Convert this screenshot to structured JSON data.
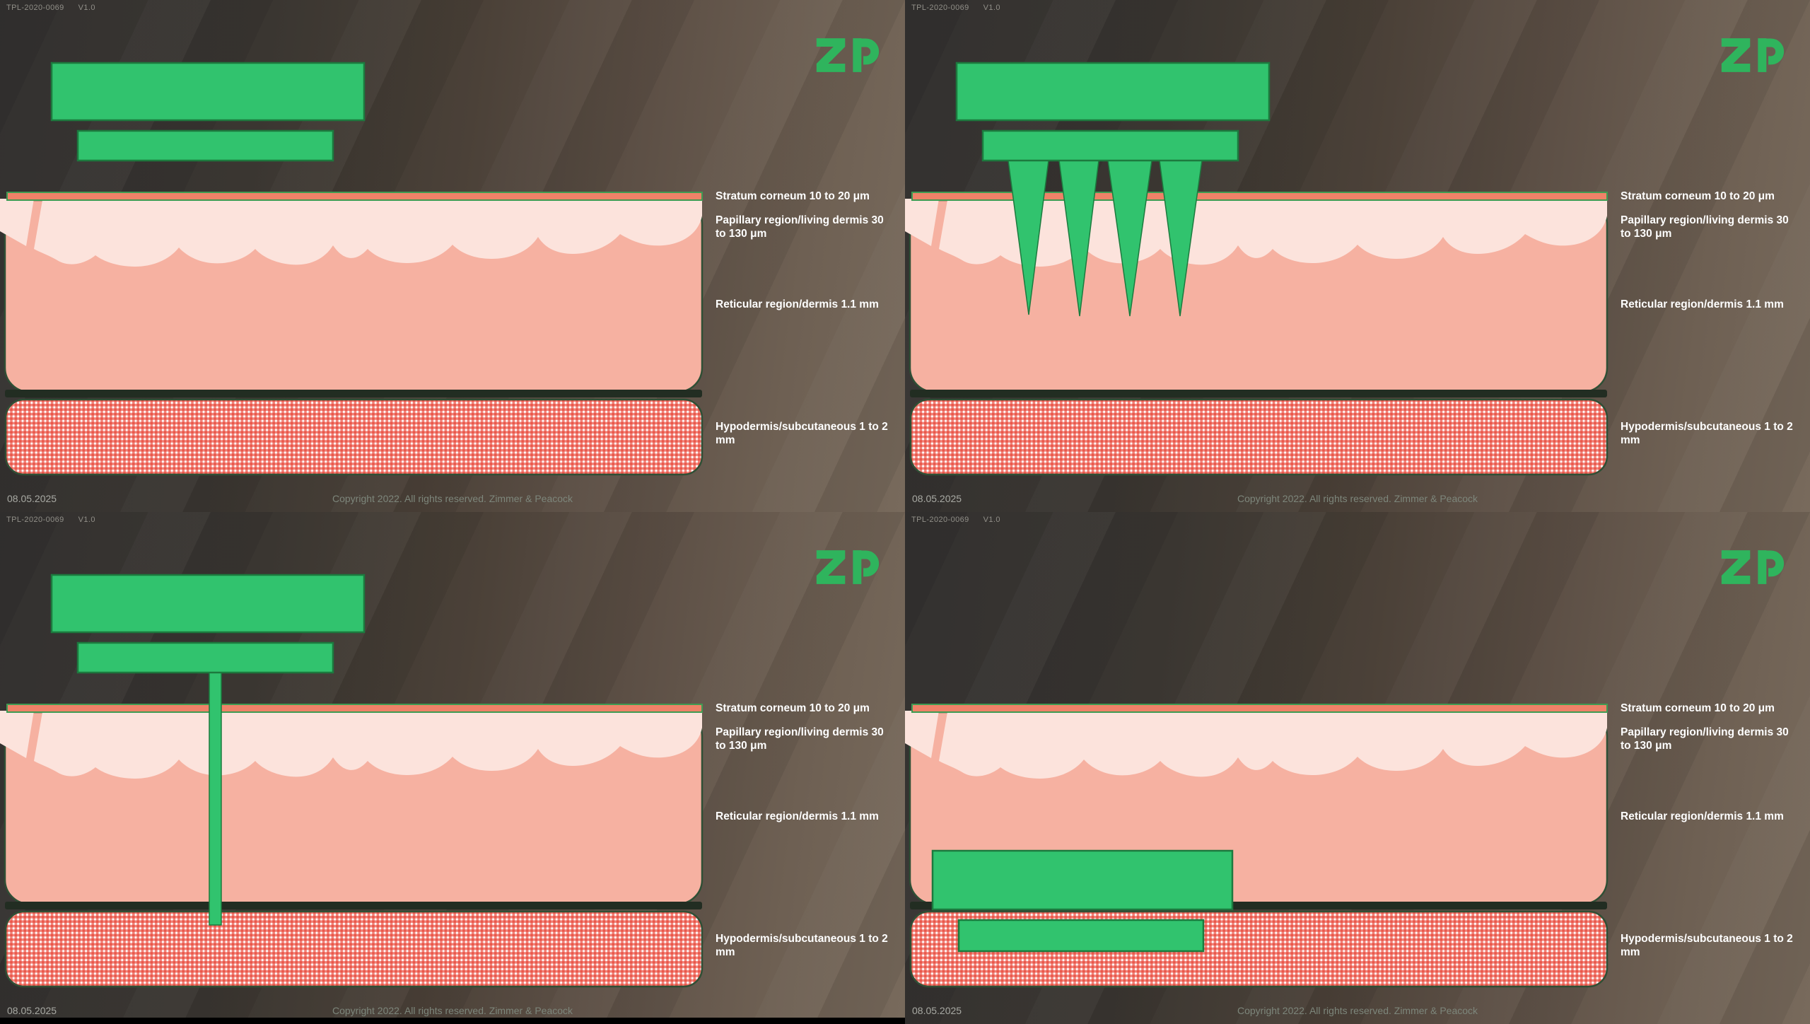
{
  "meta": {
    "doc_id": "TPL-2020-0069",
    "version": "V1.0",
    "date": "08.05.2025",
    "copyright": "Copyright 2022.  All rights reserved.  Zimmer & Peacock",
    "logo_text": "ZP"
  },
  "skin_labels": {
    "stratum_corneum": "Stratum corneum 10 to 20 μm",
    "papillary": "Papillary region/living dermis 30 to 130 μm",
    "reticular": "Reticular region/dermis 1.1 mm",
    "hypodermis": "Hypodermis/subcutaneous 1 to 2 mm"
  },
  "panels": [
    {
      "variant": "device-above-skin"
    },
    {
      "variant": "microneedle-array-inserted"
    },
    {
      "variant": "single-needle-inserted"
    },
    {
      "variant": "device-implanted"
    }
  ],
  "colors": {
    "accent_green": "#31c36e",
    "green_border": "#1c7a3e",
    "logo_green": "#2fb45d",
    "stratum_orange": "#ef8268",
    "papillary_pink": "#fce3dc",
    "dermis_salmon": "#f6b1a1",
    "hypodermis_red": "#e63a2c",
    "skin_outline": "#3f9b52",
    "dermis_outline": "#2f4f35",
    "separator_dark": "#222d22",
    "label_text": "#ffffff",
    "footer_text": "#7d867b",
    "date_text": "#a8a9a3",
    "header_text": "#918f88"
  }
}
